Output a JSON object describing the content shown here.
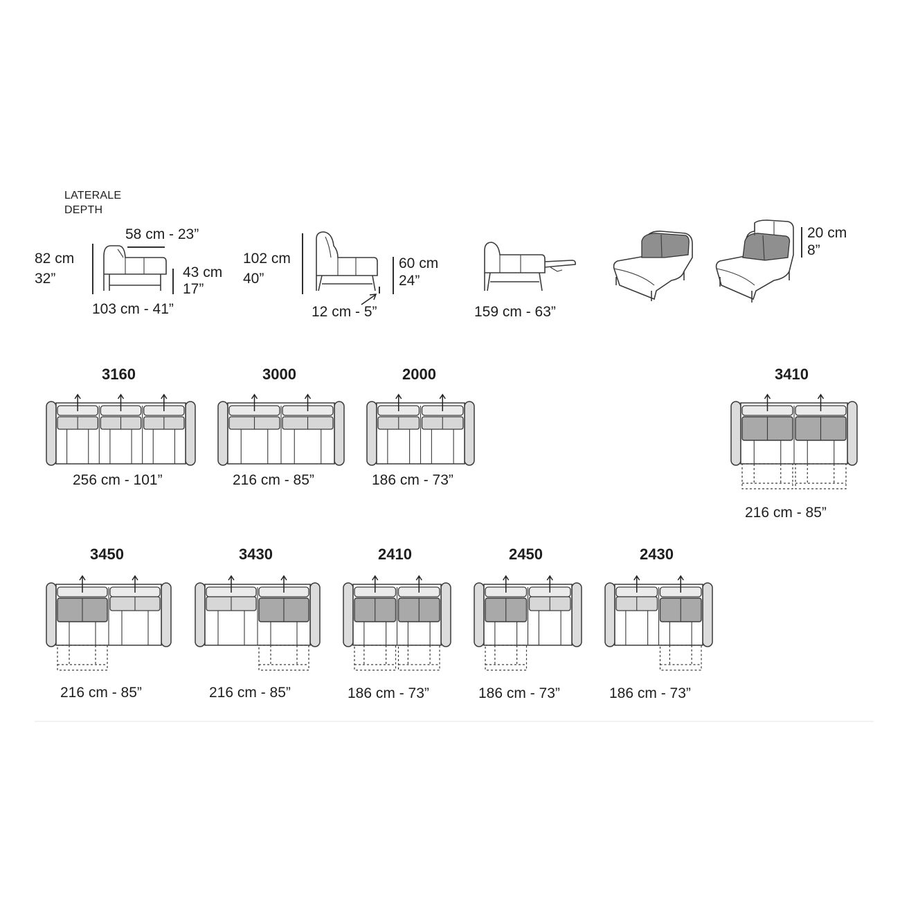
{
  "header": {
    "line1": "LATERALE",
    "line2": "DEPTH"
  },
  "side_views": {
    "view1": {
      "height_cm": "82 cm",
      "height_in": "32”",
      "top": "58 cm - 23”",
      "seat_cm": "43 cm",
      "seat_in": "17”",
      "depth": "103 cm - 41”"
    },
    "view2": {
      "height_cm": "102 cm",
      "height_in": "40”",
      "seat_cm": "60 cm",
      "seat_in": "24”",
      "leg": "12 cm - 5”"
    },
    "view3": {
      "depth": "159 cm - 63”"
    },
    "headrest": {
      "cm": "20 cm",
      "in": "8”"
    }
  },
  "configs": [
    {
      "code": "3160",
      "dim": "256 cm - 101”"
    },
    {
      "code": "3000",
      "dim": "216 cm - 85”"
    },
    {
      "code": "2000",
      "dim": "186 cm - 73”"
    },
    {
      "code": "3410",
      "dim": "216 cm - 85”"
    },
    {
      "code": "3450",
      "dim": "216 cm - 85”"
    },
    {
      "code": "3430",
      "dim": "216 cm - 85”"
    },
    {
      "code": "2410",
      "dim": "186 cm - 73”"
    },
    {
      "code": "2450",
      "dim": "186 cm - 73”"
    },
    {
      "code": "2430",
      "dim": "186 cm - 73”"
    }
  ]
}
